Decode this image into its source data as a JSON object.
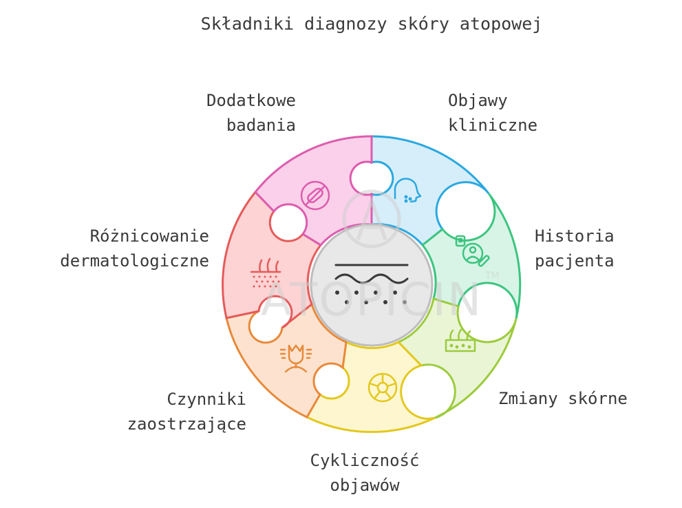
{
  "title": "Składniki diagnozy skóry atopowej",
  "watermark": {
    "logo_text": "ATOPICIN",
    "mark": "TM"
  },
  "segments": [
    {
      "line1": "Objawy",
      "line2": "kliniczne",
      "fill": "#d6eefa",
      "stroke": "#2aa8e0",
      "icon": "face-profile-icon"
    },
    {
      "line1": "Historia",
      "line2": "pacjenta",
      "fill": "#d7f4e6",
      "stroke": "#3cc47f",
      "icon": "patient-record-icon"
    },
    {
      "line1": "Zmiany skórne",
      "line2": "",
      "fill": "#eaf5d6",
      "stroke": "#9ccb3c",
      "icon": "skin-layer-icon"
    },
    {
      "line1": "Cykliczność",
      "line2": "objawów",
      "fill": "#fdf6cf",
      "stroke": "#e3c81d",
      "icon": "cycle-flower-icon"
    },
    {
      "line1": "Czynniki",
      "line2": "zaostrzające",
      "fill": "#fde3cf",
      "stroke": "#e8893a",
      "icon": "irritated-person-icon"
    },
    {
      "line1": "Różnicowanie",
      "line2": "dermatologiczne",
      "fill": "#fdd3d3",
      "stroke": "#e55a5a",
      "icon": "skin-hair-icon"
    },
    {
      "line1": "Dodatkowe",
      "line2": "badania",
      "fill": "#fbd0ea",
      "stroke": "#dc5cae",
      "icon": "no-pill-icon"
    }
  ],
  "center": {
    "fill": "#e8e8e8",
    "stroke": "#bdbdbd",
    "icon": "skin-cross-section-icon"
  }
}
